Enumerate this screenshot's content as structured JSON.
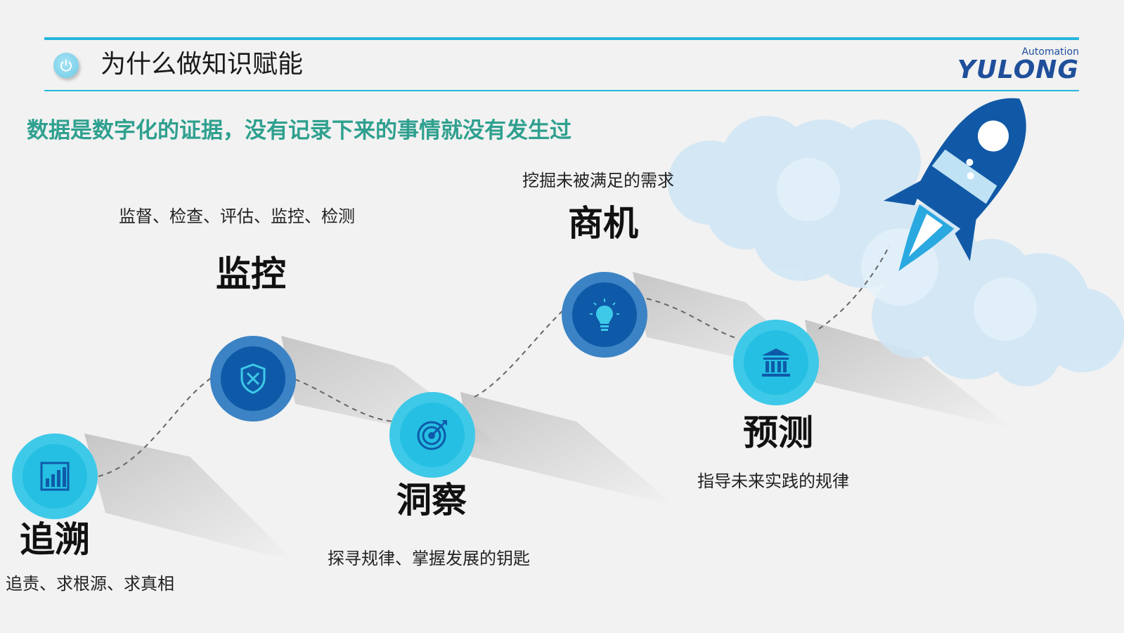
{
  "header": {
    "title": "为什么做知识赋能",
    "brand_sub": "Automation",
    "brand_main": "YULONG"
  },
  "subtitle": "数据是数字化的证据，没有记录下来的事情就没有发生过",
  "stages": [
    {
      "label": "追溯",
      "desc": "追责、求根源、求真相",
      "icon": "bar-chart-icon"
    },
    {
      "label": "监控",
      "desc": "监督、检查、评估、监控、检测",
      "icon": "shield-arrows-icon"
    },
    {
      "label": "洞察",
      "desc": "探寻规律、掌握发展的钥匙",
      "icon": "target-icon"
    },
    {
      "label": "商机",
      "desc": "挖掘未被满足的需求",
      "icon": "lightbulb-icon"
    },
    {
      "label": "预测",
      "desc": "指导未来实践的规律",
      "icon": "bank-icon"
    }
  ],
  "colors": {
    "accent": "#27b6de",
    "subtitle": "#2fa08f",
    "node_light": "#3ec9e8",
    "node_dark": "#0e5aa8",
    "brand": "#1f4f9a"
  }
}
